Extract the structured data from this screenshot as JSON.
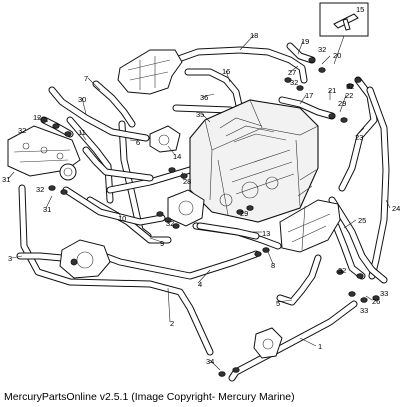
{
  "diagram": {
    "callouts": [
      "1",
      "2",
      "3",
      "4",
      "5",
      "6",
      "7",
      "8",
      "9",
      "10",
      "11",
      "12",
      "13",
      "14",
      "15",
      "16",
      "17",
      "18",
      "19",
      "20",
      "21",
      "22",
      "23",
      "24",
      "25",
      "26",
      "27",
      "28",
      "29",
      "30",
      "31",
      "32",
      "33",
      "34",
      "35",
      "36"
    ]
  },
  "caption": "MercuryPartsOnline v2.5.1 (Image Copyright- Mercury Marine)"
}
